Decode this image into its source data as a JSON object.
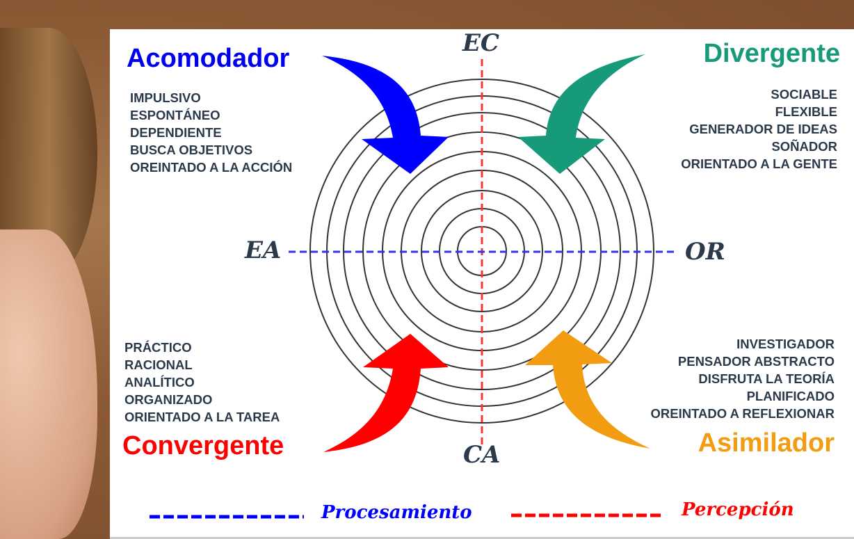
{
  "styles": {
    "acomodador": {
      "title": "Acomodador",
      "color": "#0000ee",
      "traits": [
        "IMPULSIVO",
        "ESPONTÁNEO",
        "DEPENDIENTE",
        "BUSCA OBJETIVOS",
        "OREINTADO A LA ACCIÓN"
      ]
    },
    "divergente": {
      "title": "Divergente",
      "color": "#169a7a",
      "traits": [
        "SOCIABLE",
        "FLEXIBLE",
        "GENERADOR DE IDEAS",
        "SOÑADOR",
        "ORIENTADO A LA GENTE"
      ]
    },
    "convergente": {
      "title": "Convergente",
      "color": "#ff0000",
      "traits": [
        "PRÁCTICO",
        "RACIONAL",
        "ANALÍTICO",
        "ORGANIZADO",
        "ORIENTADO A LA TAREA"
      ]
    },
    "asimilador": {
      "title": "Asimilador",
      "color": "#f29c12",
      "traits": [
        "INVESTIGADOR",
        "PENSADOR ABSTRACTO",
        "DISFRUTA LA TEORÍA",
        "PLANIFICADO",
        "OREINTADO A REFLEXIONAR"
      ]
    }
  },
  "axes": {
    "top": "EC",
    "bottom": "CA",
    "left": "EA",
    "right": "OR"
  },
  "legend": {
    "processing": "Procesamiento",
    "perception": "Percepción",
    "processing_color": "#0000ff",
    "perception_color": "#ff0000"
  }
}
